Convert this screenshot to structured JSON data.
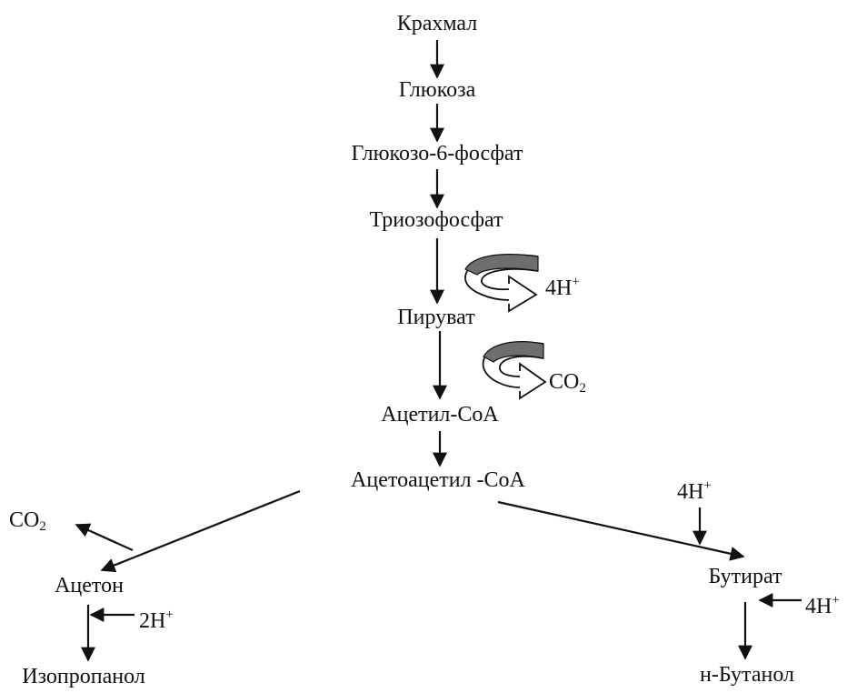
{
  "pathway": {
    "starch": "Крахмал",
    "glucose": "Глюкоза",
    "glucose6p": "Глюкозо-6-фосфат",
    "triosephosphate": "Триозофосфат",
    "pyruvate": "Пируват",
    "acetylcoa": "Ацетил-СоА",
    "acetoacetylcoa": "Ацетоацетил -СоА",
    "acetone": "Ацетон",
    "isopropanol": "Изопропанол",
    "butyrate": "Бутират",
    "butanol": "н-Бутанол"
  },
  "cofactors": {
    "h4_pyruvate_coeff": "4H",
    "h4_pyruvate_charge": "+",
    "co2_acetyl_base": "CO",
    "co2_acetyl_sub": "2",
    "co2_acetone_base": "CO",
    "co2_acetone_sub": "2",
    "h2_acetone_coeff": "2H",
    "h2_acetone_charge": "+",
    "h4_butyrate_top_coeff": "4H",
    "h4_butyrate_top_charge": "+",
    "h4_butyrate_side_coeff": "4H",
    "h4_butyrate_side_charge": "+"
  },
  "colors": {
    "ink": "#111111",
    "curved_band": "#6e6e6e"
  }
}
